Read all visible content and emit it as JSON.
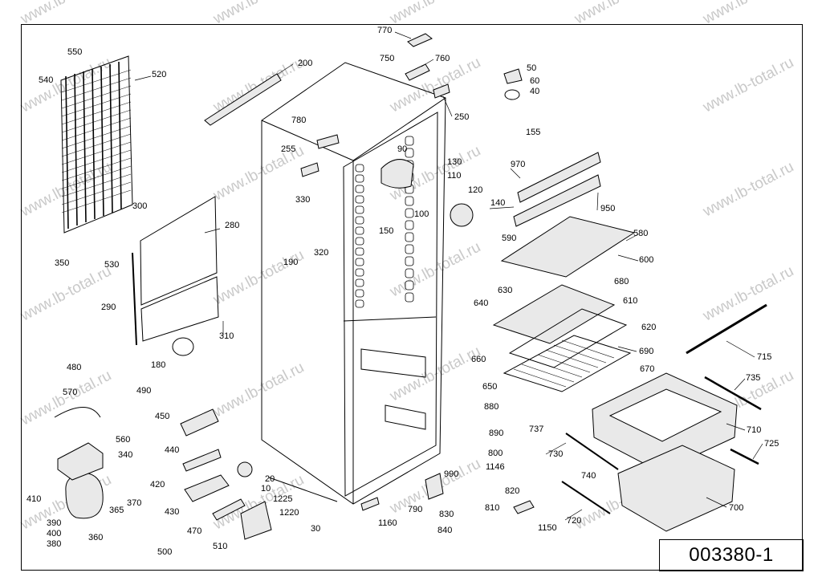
{
  "diagram": {
    "document_number": "003380-1",
    "watermark_text": "www.lb-total.ru",
    "parts": [
      "10",
      "20",
      "30",
      "40",
      "50",
      "60",
      "90",
      "100",
      "110",
      "120",
      "130",
      "140",
      "150",
      "155",
      "180",
      "190",
      "200",
      "250",
      "255",
      "280",
      "290",
      "300",
      "310",
      "320",
      "330",
      "340",
      "350",
      "360",
      "365",
      "370",
      "380",
      "390",
      "400",
      "410",
      "420",
      "430",
      "440",
      "450",
      "470",
      "480",
      "490",
      "500",
      "510",
      "520",
      "530",
      "540",
      "550",
      "560",
      "570",
      "580",
      "590",
      "600",
      "610",
      "620",
      "630",
      "640",
      "650",
      "660",
      "670",
      "680",
      "690",
      "700",
      "710",
      "715",
      "720",
      "725",
      "730",
      "735",
      "737",
      "740",
      "750",
      "760",
      "770",
      "780",
      "790",
      "800",
      "810",
      "820",
      "830",
      "840",
      "880",
      "890",
      "950",
      "970",
      "990",
      "1146",
      "1150",
      "1160",
      "1220",
      "1225"
    ]
  }
}
